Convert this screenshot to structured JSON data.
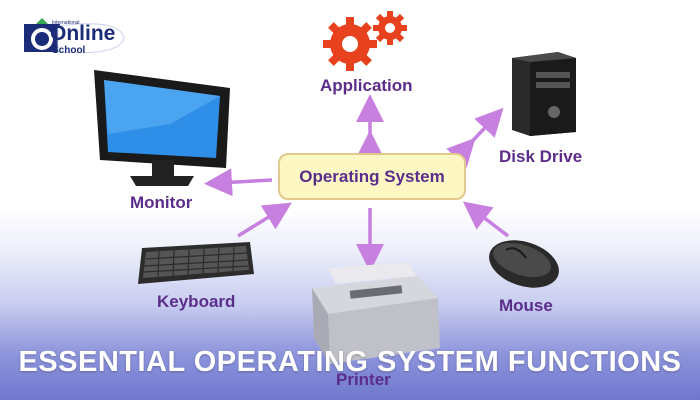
{
  "logo": {
    "tagline": "International",
    "name": "Online",
    "sub": "School"
  },
  "diagram": {
    "center": "Operating System",
    "nodes": {
      "application": "Application",
      "disk_drive": "Disk Drive",
      "monitor": "Monitor",
      "keyboard": "Keyboard",
      "mouse": "Mouse",
      "printer": "Printer"
    }
  },
  "title": "ESSENTIAL OPERATING SYSTEM FUNCTIONS",
  "colors": {
    "label": "#5b2d8b",
    "arrow": "#c77fe0",
    "os_box": "#fdf7c4",
    "gear": "#e8411e"
  }
}
